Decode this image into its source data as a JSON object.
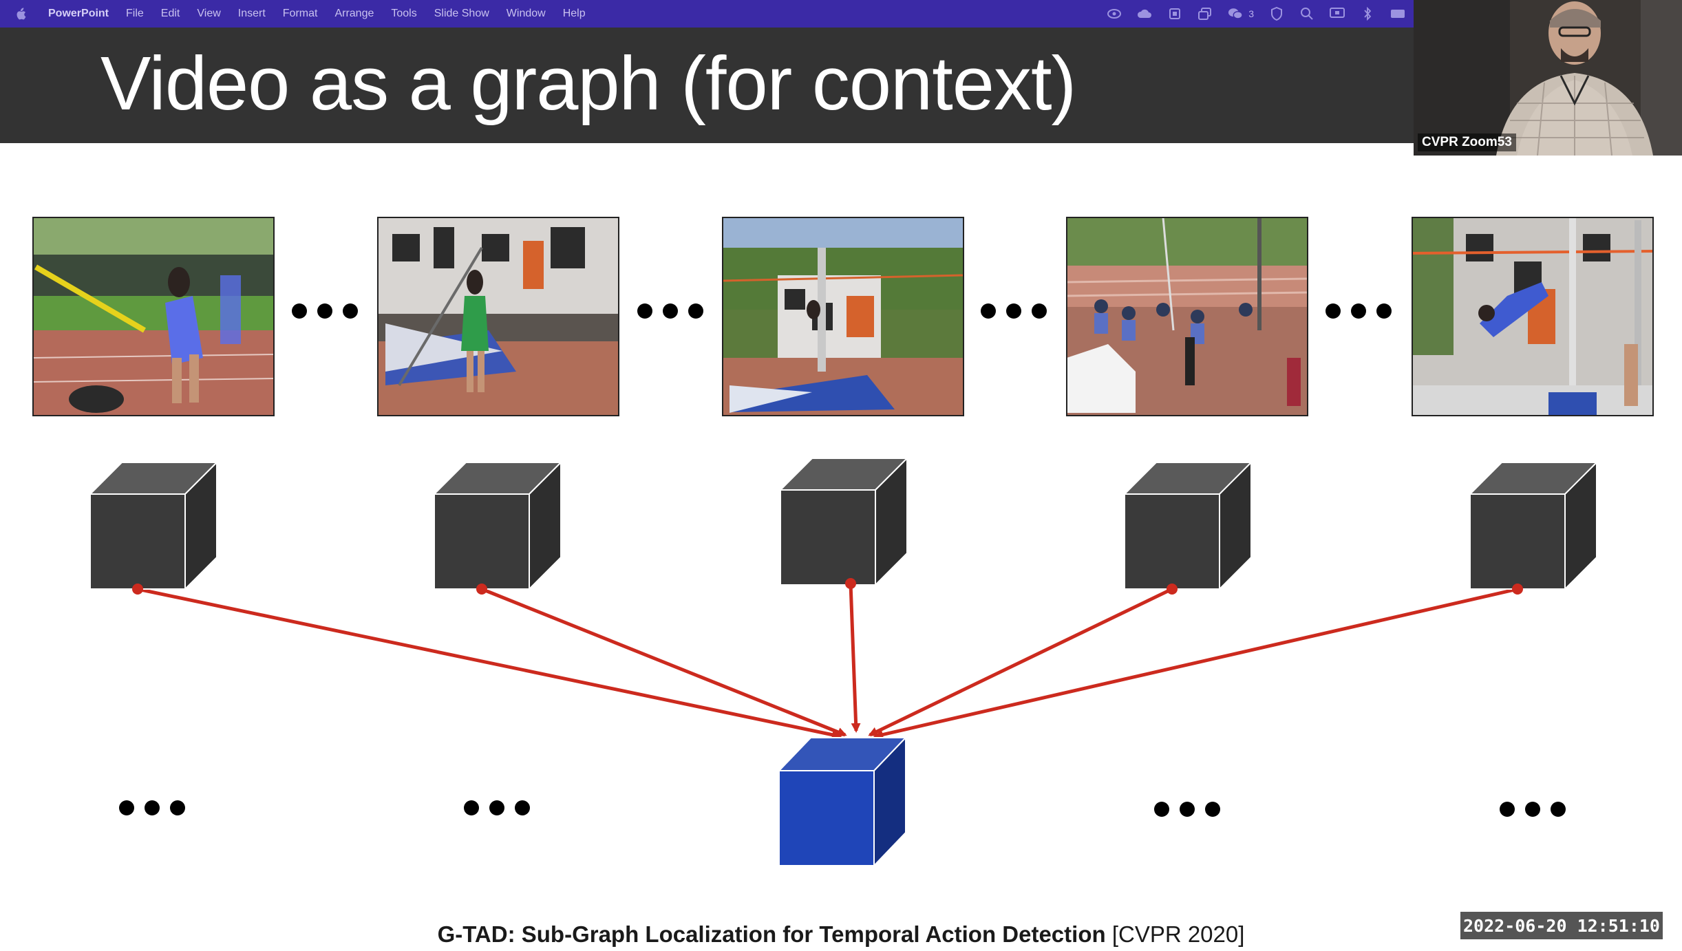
{
  "menubar": {
    "app_name": "PowerPoint",
    "items": [
      "File",
      "Edit",
      "View",
      "Insert",
      "Format",
      "Arrange",
      "Tools",
      "Slide Show",
      "Window",
      "Help"
    ],
    "status_icons": [
      "creative-cloud-icon",
      "cloud-icon",
      "box-icon",
      "window-icon",
      "wechat-icon",
      "shield-icon",
      "search-icon",
      "display-icon",
      "bluetooth-icon",
      "keyboard-icon"
    ],
    "wechat_count": "3",
    "background": "#3b2aa6"
  },
  "slide": {
    "title": "Video as a graph (for context)",
    "title_band_color": "#333333",
    "frames": [
      {
        "scene": "pole-vault-runway-athlete"
      },
      {
        "scene": "pole-vault-landing-mat"
      },
      {
        "scene": "pole-vault-tower"
      },
      {
        "scene": "spectators-trackside"
      },
      {
        "scene": "pole-vault-over-bar"
      }
    ],
    "nodes": [
      {
        "type": "feature-node",
        "color": "#333333"
      },
      {
        "type": "feature-node",
        "color": "#333333"
      },
      {
        "type": "feature-node",
        "color": "#333333"
      },
      {
        "type": "feature-node",
        "color": "#333333"
      },
      {
        "type": "feature-node",
        "color": "#333333"
      }
    ],
    "target_node": {
      "color": "#1f45b8"
    },
    "edge_color": "#cc2a1e",
    "citation": {
      "title": "G-TAD: Sub-Graph Localization for Temporal Action Detection",
      "venue": "[CVPR 2020]"
    }
  },
  "webcam": {
    "label": "CVPR Zoom53"
  },
  "timestamp": "2022-06-20 12:51:10"
}
